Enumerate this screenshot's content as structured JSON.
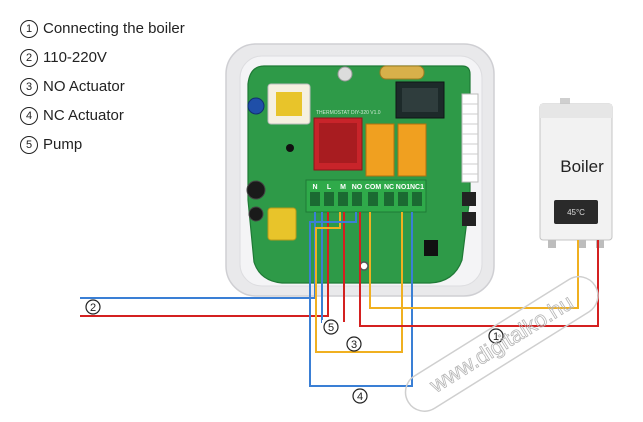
{
  "legend": [
    {
      "num": "1",
      "label": "Connecting the boiler"
    },
    {
      "num": "2",
      "label": "110-220V"
    },
    {
      "num": "3",
      "label": "NO Actuator"
    },
    {
      "num": "4",
      "label": "NC Actuator"
    },
    {
      "num": "5",
      "label": "Pump"
    }
  ],
  "board": {
    "terminal_labels": [
      "N",
      "L",
      "M",
      "NO",
      "COM",
      "NC",
      "NO1",
      "NC1"
    ],
    "silkscreen": "THERMOSTAT DIY-320 V1.0"
  },
  "boiler": {
    "label": "Boiler",
    "display": "45°C"
  },
  "markers": {
    "boiler": "1",
    "power": "2",
    "no_actuator": "3",
    "nc_actuator": "4",
    "pump": "5"
  },
  "watermark": "www.digitalko.hu",
  "colors": {
    "live_wire": "#d42020",
    "neutral_wire": "#3a7fd5",
    "signal_wire": "#f0b020",
    "pcb": "#2e9a48",
    "terminal_block": "#2faa4a"
  }
}
